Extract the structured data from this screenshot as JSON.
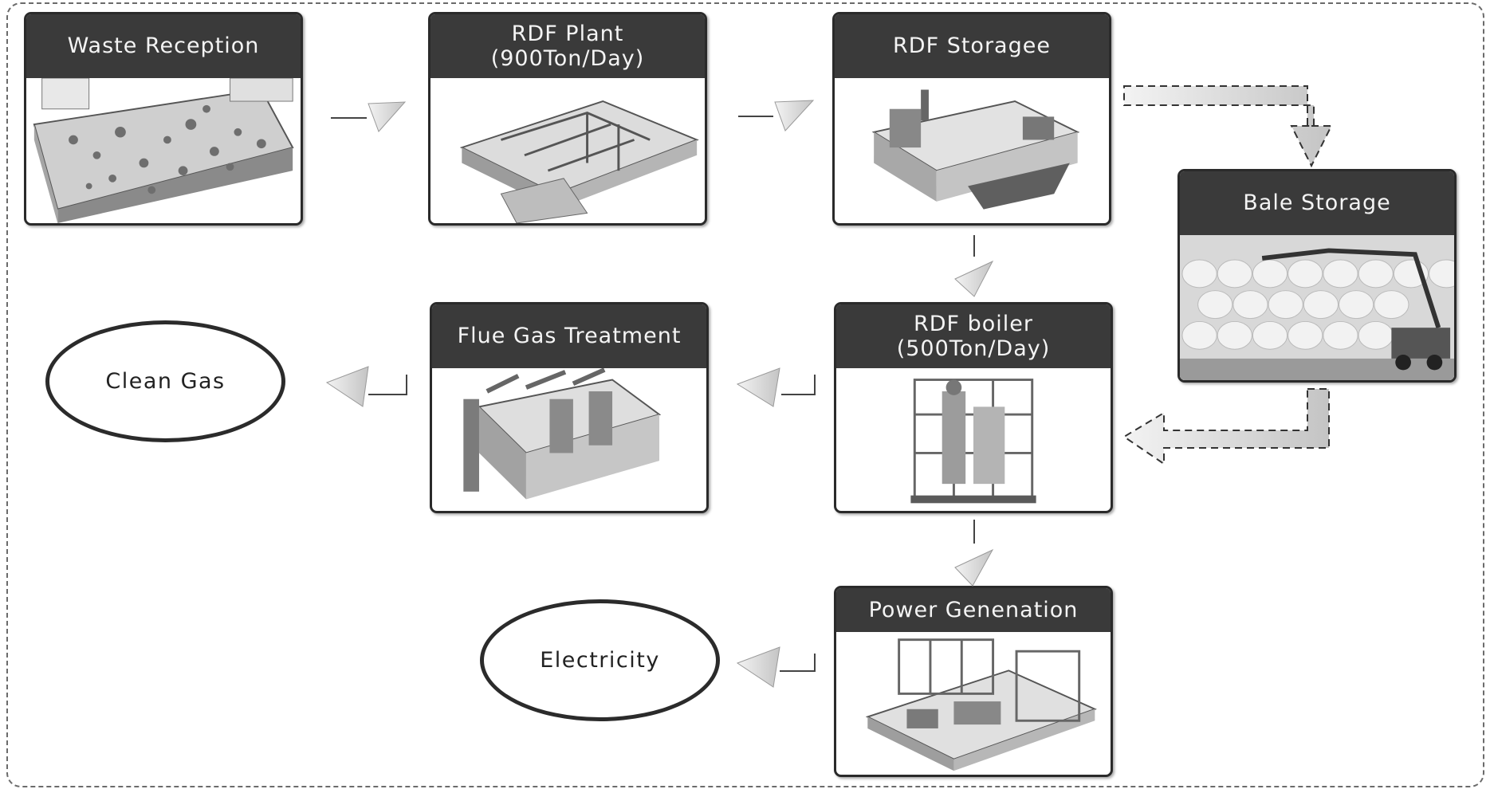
{
  "nodes": {
    "waste_reception": {
      "label_line1": "Waste Reception",
      "label_line2": ""
    },
    "rdf_plant": {
      "label_line1": "RDF Plant",
      "label_line2": "(900Ton/Day)"
    },
    "rdf_storage": {
      "label_line1": "RDF Storagee",
      "label_line2": ""
    },
    "bale_storage": {
      "label_line1": "Bale Storage",
      "label_line2": ""
    },
    "rdf_boiler": {
      "label_line1": "RDF boiler",
      "label_line2": "(500Ton/Day)"
    },
    "flue_gas": {
      "label_line1": "Flue Gas Treatment",
      "label_line2": ""
    },
    "power_gen": {
      "label_line1": "Power Genenation",
      "label_line2": ""
    }
  },
  "outputs": {
    "clean_gas": "Clean Gas",
    "electricity": "Electricity"
  },
  "colors": {
    "header_bg": "#3a3a3a",
    "header_text": "#f4f4f4",
    "border": "#2a2a2a",
    "arrow_fill": "#d2d2d2"
  }
}
